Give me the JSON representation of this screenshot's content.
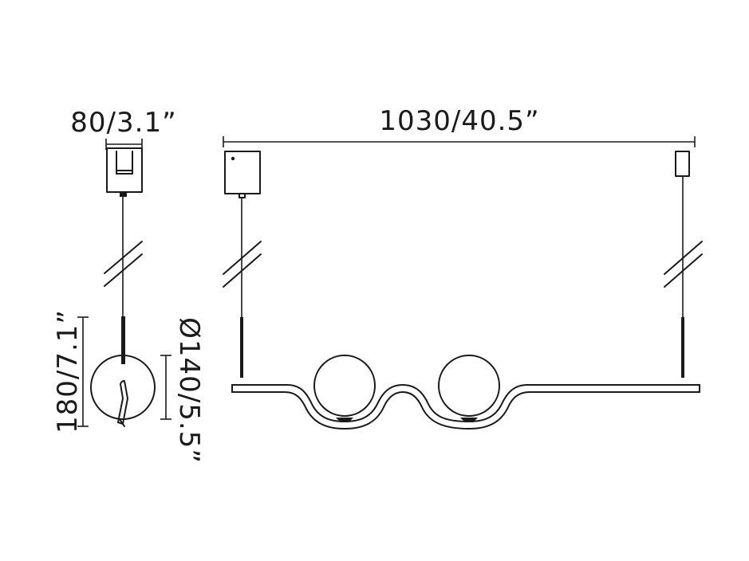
{
  "dimensions": {
    "canopy_width": "80/3.1”",
    "overall_length": "1030/40.5”",
    "height": "180/7.1”",
    "globe_diameter": "Ø140/5.5”"
  },
  "colors": {
    "line": "#1a1a1a",
    "background": "#ffffff"
  }
}
